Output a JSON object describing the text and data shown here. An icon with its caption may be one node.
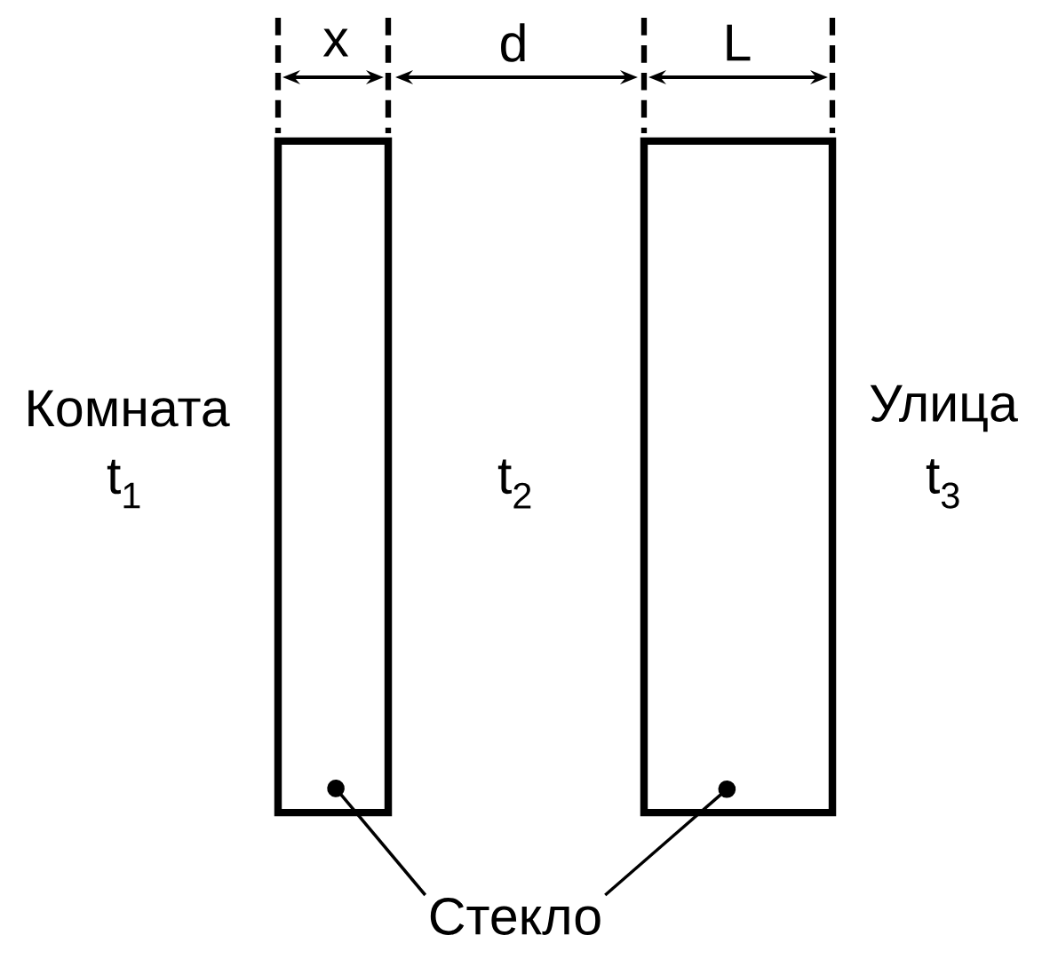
{
  "diagram": {
    "nodes": [
      {
        "text": [],
        "shape": "box"
      },
      {
        "text": [],
        "shape": "box"
      },
      {
        "text": [
          "Стекло"
        ]
      }
    ],
    "edges": [
      {
        "from": 2,
        "to": 0,
        "arrow": "other"
      },
      {
        "from": 2,
        "to": 1,
        "arrow": "other"
      }
    ],
    "labels": [
      "x",
      "d",
      "L",
      "Комната",
      "Улица",
      "t$_{1}$",
      "t$_{2}$",
      "t$_{3}$"
    ]
  }
}
